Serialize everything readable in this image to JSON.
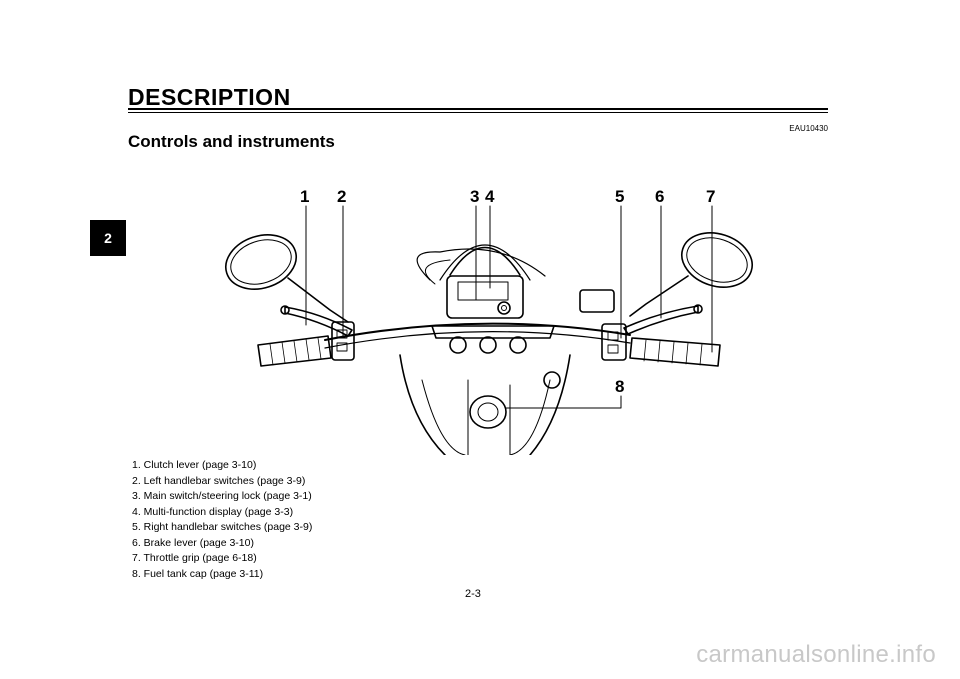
{
  "header": {
    "section_title": "DESCRIPTION",
    "chapter_number": "2",
    "doc_code": "EAU10430"
  },
  "main": {
    "subtitle": "Controls and instruments",
    "callouts": [
      "1",
      "2",
      "3",
      "4",
      "5",
      "6",
      "7",
      "8"
    ],
    "legend": [
      "1. Clutch lever (page 3-10)",
      "2. Left handlebar switches (page 3-9)",
      "3. Main switch/steering lock (page 3-1)",
      "4. Multi-function display (page 3-3)",
      "5. Right handlebar switches (page 3-9)",
      "6. Brake lever (page 3-10)",
      "7. Throttle grip (page 6-18)",
      "8. Fuel tank cap (page 3-11)"
    ]
  },
  "footer": {
    "page_number": "2-3",
    "watermark": "carmanualsonline.info"
  }
}
